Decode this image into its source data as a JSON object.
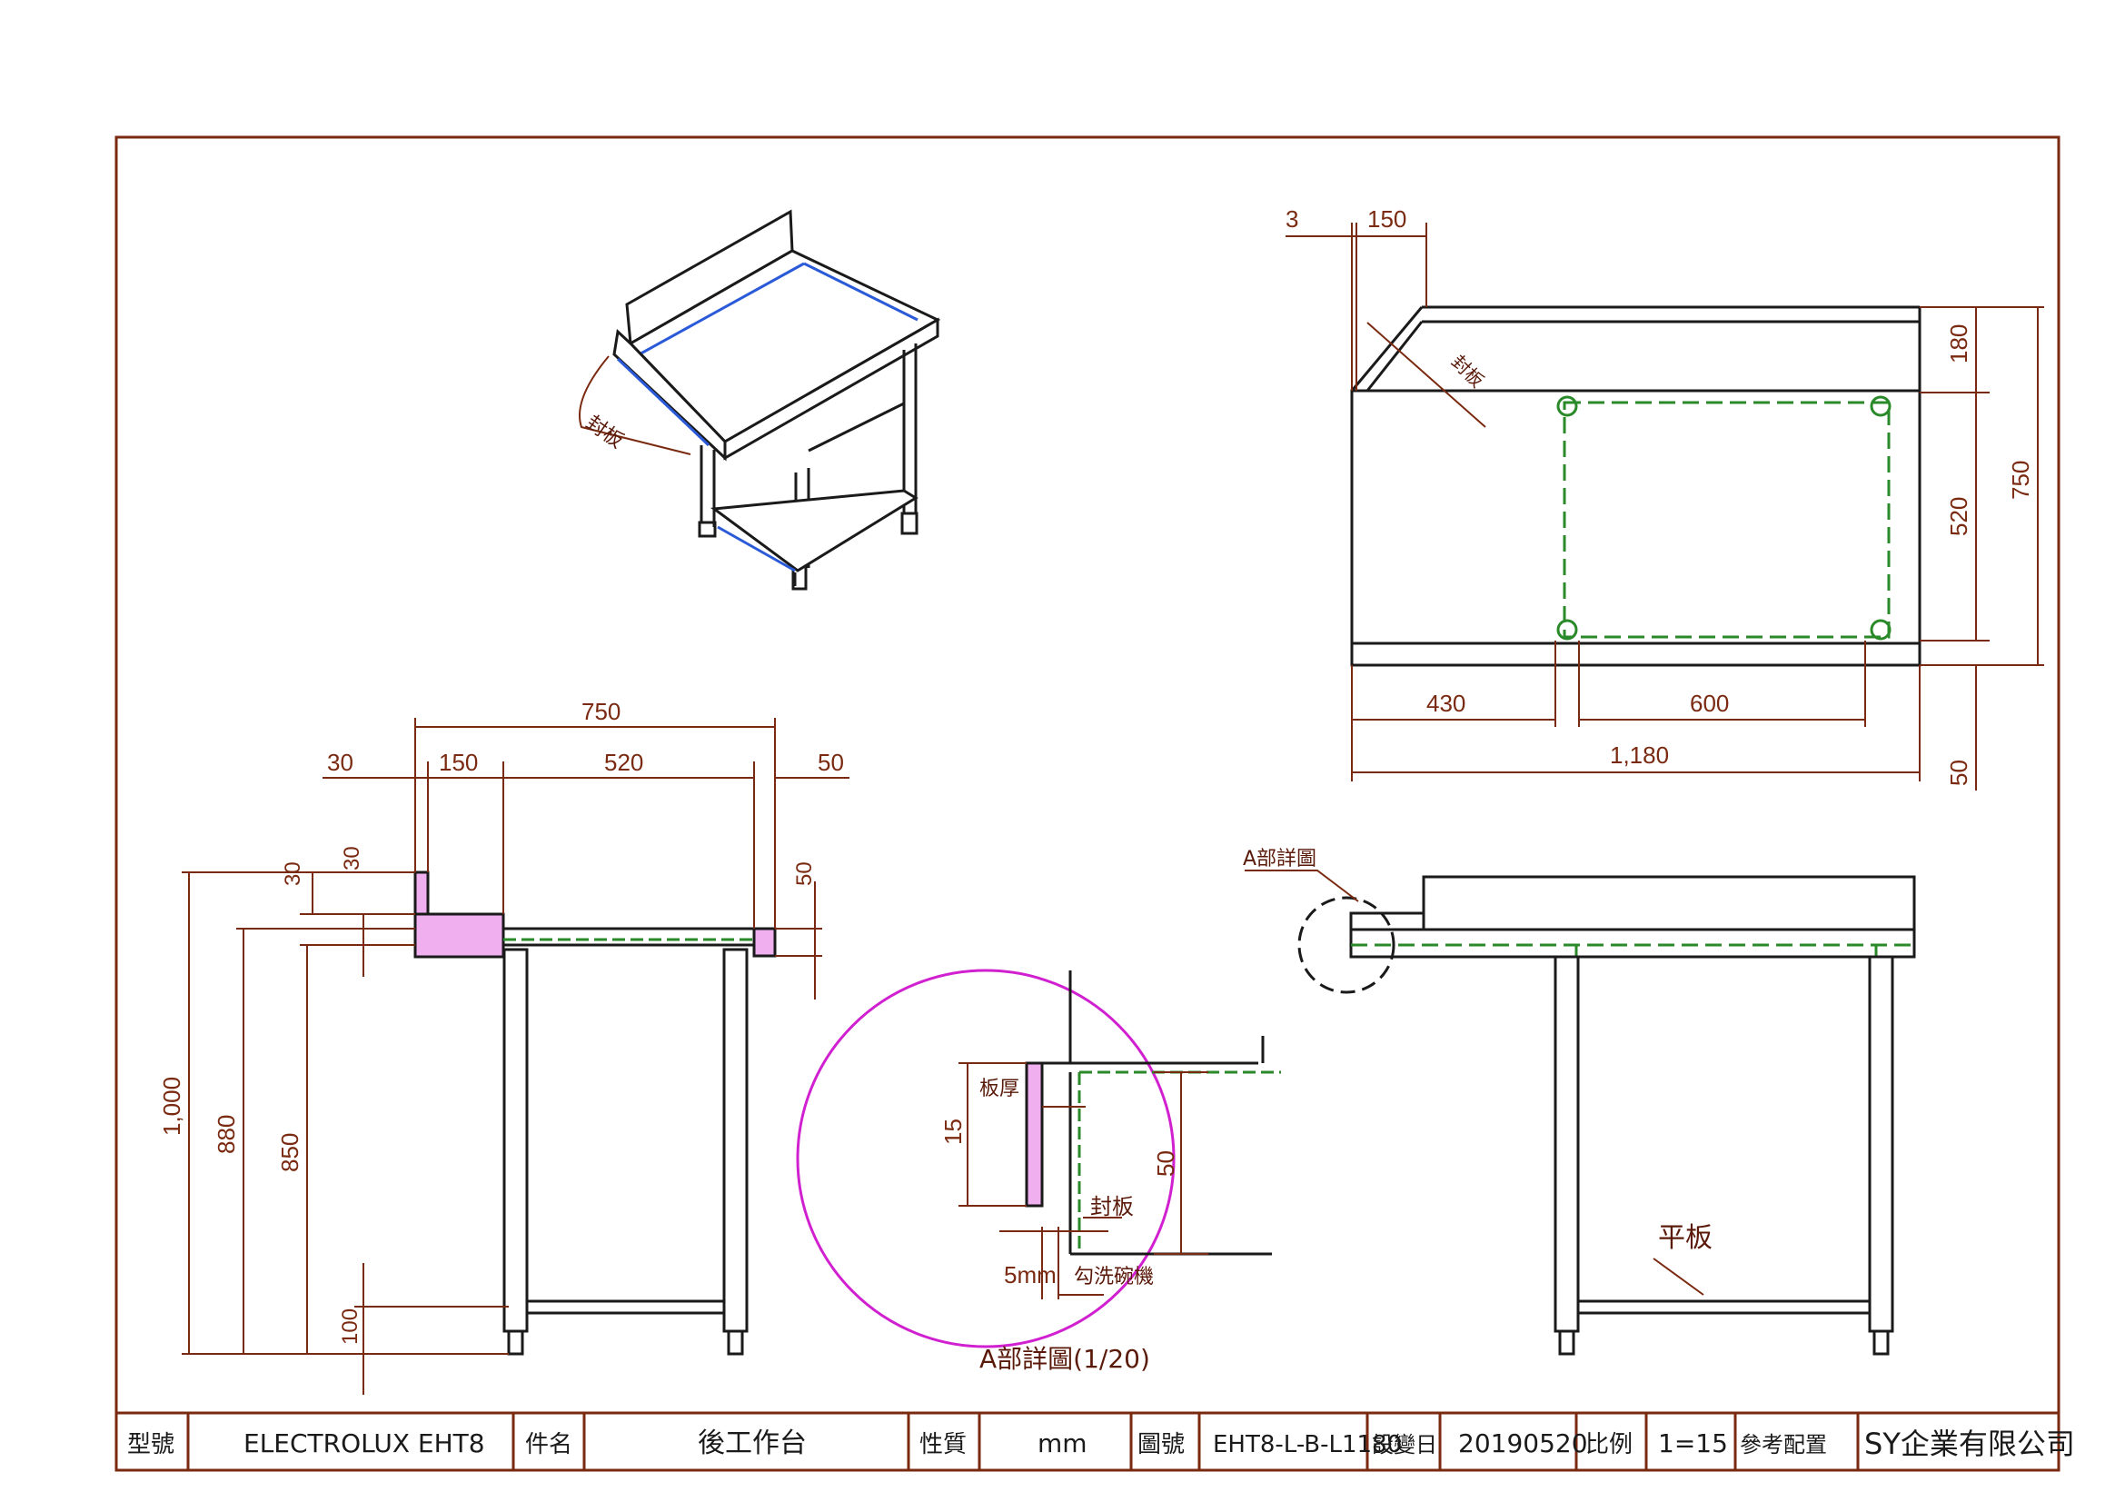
{
  "title_block": {
    "model_label": "型號",
    "model_value": "ELECTROLUX    EHT8",
    "part_label": "件名",
    "part_value": "後工作台",
    "material_label": "性質",
    "material_value": "mm",
    "drawing_no_label": "圖號",
    "drawing_no_value": "EHT8-L-B-L1180",
    "revision_label": "設變日",
    "revision_value": "20190520",
    "scale_label": "比例",
    "scale_value": "1=15",
    "reference_label": "參考配置",
    "company": "SY企業有限公司"
  },
  "iso_view": {
    "seal_plate_label": "封板"
  },
  "top_view": {
    "dim_3": "3",
    "dim_150": "150",
    "seal_label": "封板",
    "dim_180": "180",
    "dim_520": "520",
    "dim_750": "750",
    "dim_50": "50",
    "dim_430": "430",
    "dim_600": "600",
    "dim_1180": "1,180"
  },
  "side_view": {
    "dim_750": "750",
    "dim_30": "30",
    "dim_150": "150",
    "dim_520": "520",
    "dim_50": "50",
    "dim_30_a": "30",
    "dim_30_b": "30",
    "dim_50_r": "50",
    "dim_1000": "1,000",
    "dim_880": "880",
    "dim_850": "850",
    "dim_100": "100"
  },
  "detail": {
    "thickness_label": "板厚",
    "dim_15": "15",
    "dim_50": "50",
    "seal_label": "封板",
    "dim_5mm": "5mm",
    "dishwasher_label": "勾洗碗機",
    "caption": "A部詳圖(1/20)"
  },
  "front_view": {
    "detail_ref": "A部詳圖",
    "shelf_label": "平板"
  },
  "colors": {
    "border": "#7a2a10",
    "line": "#1a1a1a",
    "blue": "#2a5ad8",
    "green": "#2a8a2a",
    "magenta": "#d020d0"
  }
}
